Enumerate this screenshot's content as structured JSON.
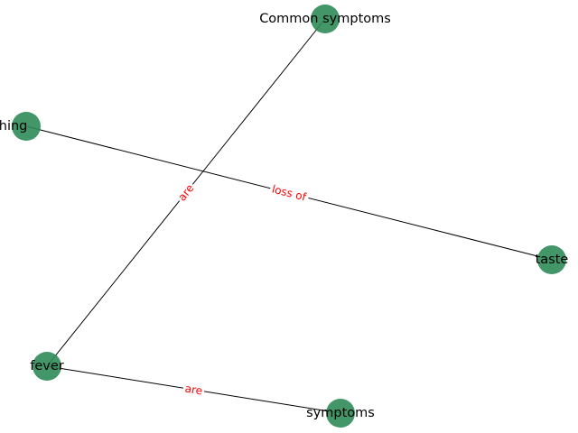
{
  "diagram": {
    "node_color": "#2e8b57",
    "edge_color": "#000000",
    "edge_label_color": "#ff0000",
    "nodes": [
      {
        "id": "common_symptoms",
        "label": "Common symptoms"
      },
      {
        "id": "breathing",
        "label": "reathing"
      },
      {
        "id": "taste",
        "label": "taste"
      },
      {
        "id": "fever",
        "label": "fever"
      },
      {
        "id": "symptoms",
        "label": "symptoms"
      }
    ],
    "edges": [
      {
        "source": "common_symptoms",
        "target": "fever",
        "label": "are"
      },
      {
        "source": "breathing",
        "target": "taste",
        "label": "loss of"
      },
      {
        "source": "fever",
        "target": "symptoms",
        "label": "are"
      }
    ]
  }
}
